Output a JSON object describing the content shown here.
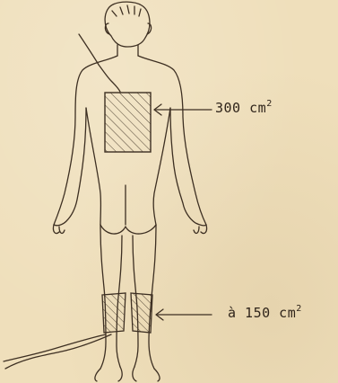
{
  "labels": {
    "back_area": {
      "value": "300 cm",
      "exponent": "2"
    },
    "legs_area": {
      "value": "à 150 cm",
      "exponent": "2"
    }
  },
  "colors": {
    "ink": "#3d2f22",
    "paper": "#efdfbb"
  }
}
